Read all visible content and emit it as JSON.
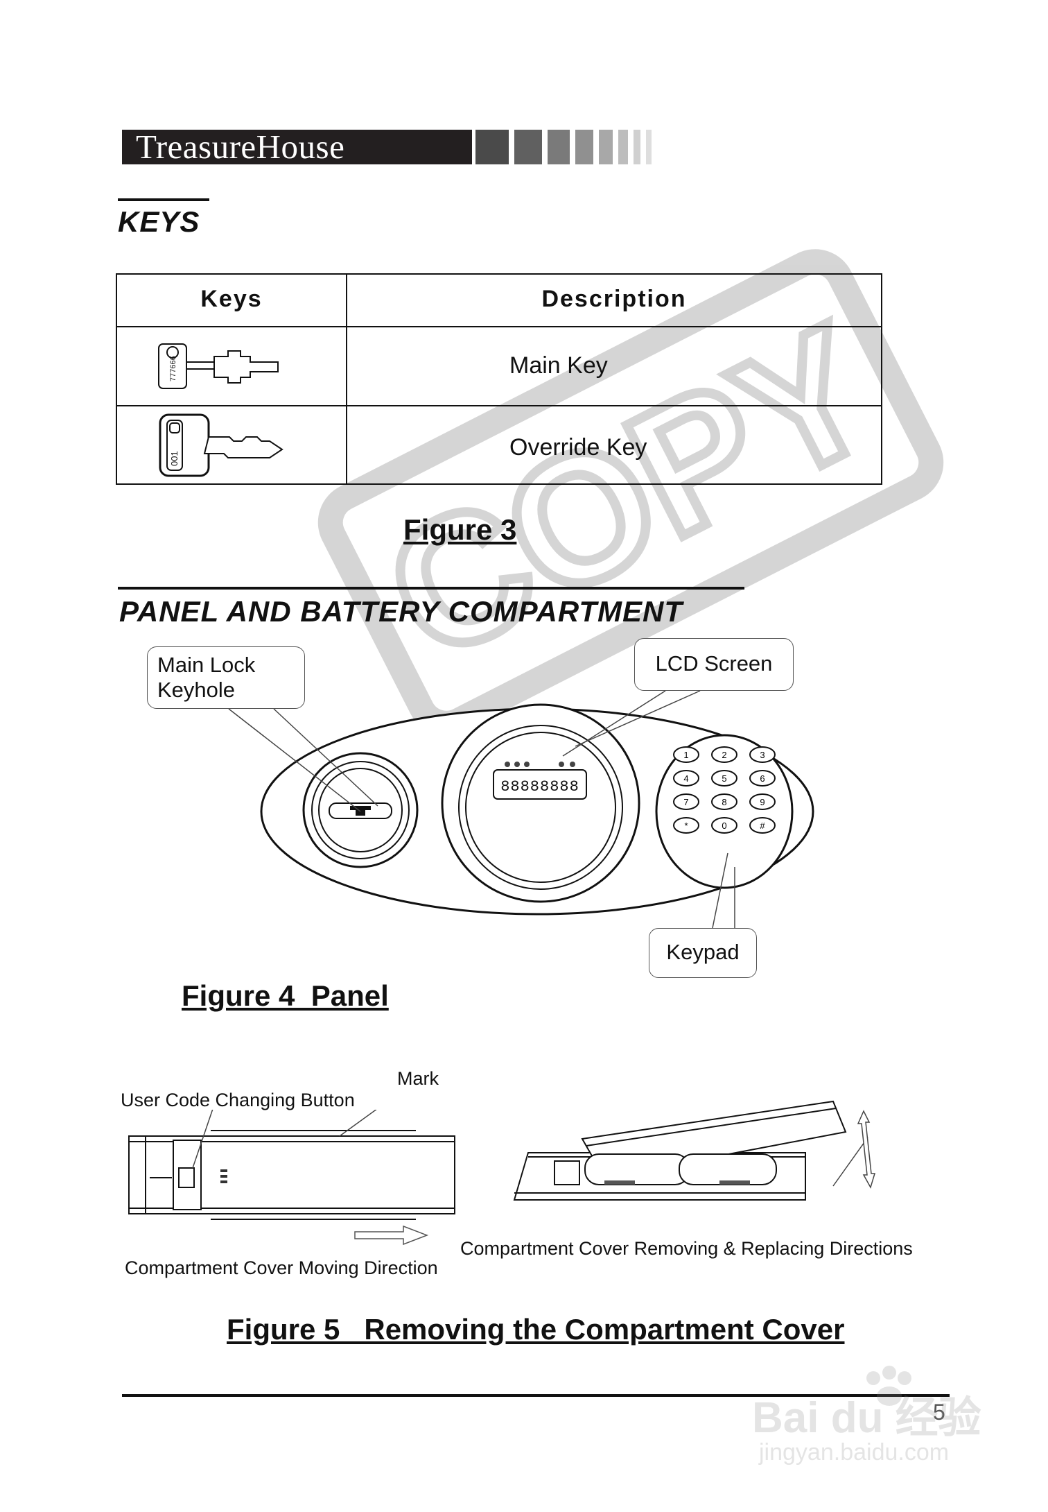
{
  "header": {
    "brand": "TreasureHouse"
  },
  "keys_section": {
    "heading": "KEYS",
    "table": {
      "columns": [
        "Keys",
        "Description"
      ],
      "rows": [
        {
          "icon": "main-key-icon",
          "key_tag": "777666",
          "description": "Main Key"
        },
        {
          "icon": "override-key-icon",
          "key_tag": "001",
          "description": "Override Key"
        }
      ]
    },
    "figure_caption": "Figure 3"
  },
  "panel_section": {
    "heading": "PANEL AND BATTERY COMPARTMENT",
    "callouts": {
      "main_lock": "Main Lock\nKeyhole",
      "lcd": "LCD Screen",
      "keypad": "Keypad"
    },
    "keypad_keys": [
      "1",
      "2",
      "3",
      "4",
      "5",
      "6",
      "7",
      "8",
      "9",
      "*",
      "0",
      "#"
    ],
    "lcd_digits": "88888888",
    "figure_caption": "Figure 4  Panel"
  },
  "battery_section": {
    "labels": {
      "mark": "Mark",
      "user_code_button": "User Code Changing Button",
      "moving_direction": "Compartment Cover Moving Direction",
      "removing_directions": "Compartment Cover Removing & Replacing Directions"
    },
    "figure_caption": "Figure 5   Removing the Compartment Cover"
  },
  "watermarks": {
    "stamp": "COPY",
    "baidu": "Bai du 经验",
    "baidu_url": "jingyan.baidu.com"
  },
  "footer": {
    "page_number": "5"
  }
}
